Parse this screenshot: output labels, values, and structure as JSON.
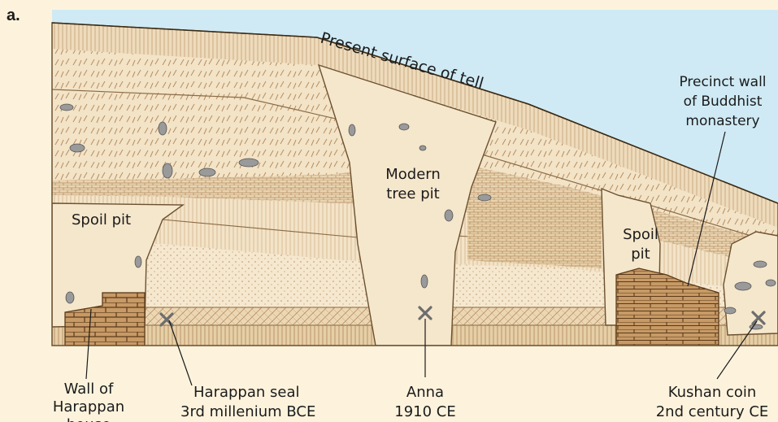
{
  "panel_label": "a.",
  "colors": {
    "sky": "#cfeaf5",
    "soil_light": "#f3e3c7",
    "soil_mid": "#eedbbb",
    "soil_dark": "#e6cfa7",
    "hatch": "#b58f63",
    "brick": "#c79a66",
    "brick_line": "#5b3a1a",
    "stone": "#9a9a9a",
    "marker": "#6d6d6d",
    "text": "#1b1b1b",
    "background": "#fdf3dd"
  },
  "labels": {
    "surface": "Present surface of tell",
    "precinct_1": "Precinct wall",
    "precinct_2": "of Buddhist",
    "precinct_3": "monastery",
    "modern_1": "Modern",
    "modern_2": "tree pit",
    "spoil_left": "Spoil pit",
    "spoil_right_1": "Spoil",
    "spoil_right_2": "pit",
    "wall_1": "Wall of",
    "wall_2": "Harappan",
    "wall_3": "house",
    "seal_1": "Harappan seal",
    "seal_2": "3rd millenium BCE",
    "anna_1": "Anna",
    "anna_2": "1910 CE",
    "kushan_1": "Kushan coin",
    "kushan_2": "2nd century CE"
  },
  "icons": [
    "find-marker-icon"
  ]
}
